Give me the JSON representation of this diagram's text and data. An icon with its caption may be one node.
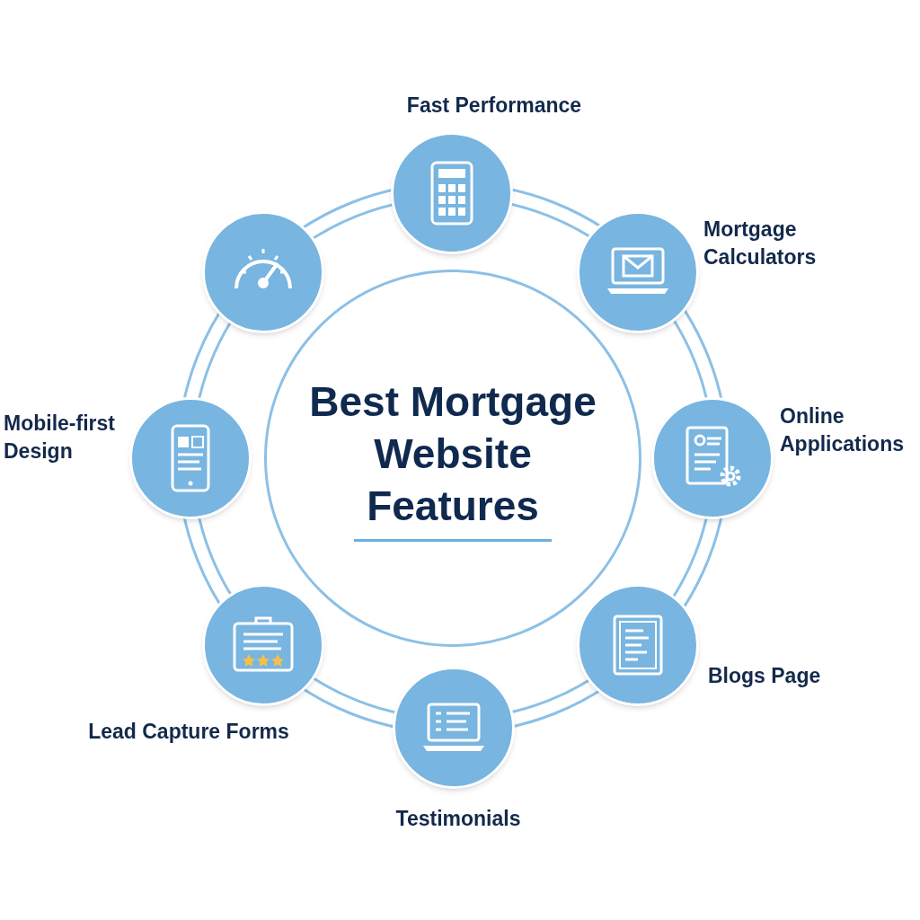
{
  "diagram": {
    "nodes": [
      {
        "text": [
          "Best Mortgage Website Features"
        ]
      },
      {
        "text": [],
        "shape": "circle",
        "beside": [
          "Fast Performance"
        ]
      },
      {
        "text": [],
        "shape": "circle",
        "beside": [
          "Mortgage Calculators"
        ]
      },
      {
        "text": [],
        "shape": "circle",
        "beside": [
          "Online Applications"
        ]
      },
      {
        "text": [],
        "shape": "circle",
        "beside": [
          "Blogs Page"
        ]
      },
      {
        "text": [],
        "shape": "circle",
        "beside": [
          "Testimonials"
        ]
      },
      {
        "text": [],
        "shape": "circle",
        "beside": [
          "Lead Capture Forms"
        ]
      },
      {
        "text": [],
        "shape": "circle",
        "beside": [
          "Mobile-first Design"
        ]
      },
      {
        "text": [],
        "shape": "circle"
      }
    ]
  }
}
